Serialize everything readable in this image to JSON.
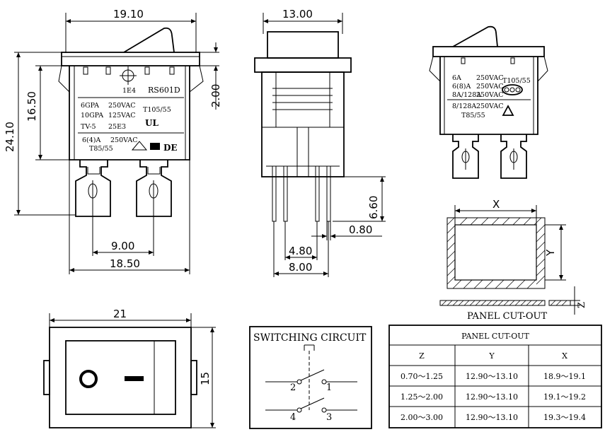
{
  "dims": {
    "front_width": "19.10",
    "front_height_total": "24.10",
    "front_height_body": "16.50",
    "flange": "2.00",
    "terminal_pitch": "9.00",
    "bottom_width": "18.50",
    "side_width": "13.00",
    "pin_length": "6.60",
    "pin_width": "0.80",
    "pin_pitch_a": "4.80",
    "pin_pitch_b": "8.00",
    "bottom_view_width": "21",
    "bottom_view_height": "15"
  },
  "front_labels": {
    "model": "RS601D",
    "code": "1E4",
    "r1a": "6GPA",
    "r1b": "250VAC",
    "r2a": "10GPA",
    "r2b": "125VAC",
    "r3a": "TV-5",
    "r3b": "25E3",
    "t105": "T105/55",
    "r4a": "6(4)A",
    "r4b": "250VAC",
    "t85": "T85/55",
    "mark1": "UL",
    "mark2": "DE"
  },
  "right_labels": {
    "a1": "6A",
    "b1": "250VAC",
    "c1": "T105/55",
    "a2": "6(8)A",
    "b2": "250VAC",
    "a3": "8A/128A",
    "b3": "250VAC",
    "a4": "8/128A",
    "b4": "250VAC",
    "t85": "T85/55"
  },
  "cutout": {
    "x_label": "X",
    "y_label": "Y",
    "z_label": "Z",
    "caption": "PANEL CUT-OUT"
  },
  "switching": {
    "title": "SWITCHING CIRCUIT",
    "t1": "1",
    "t2": "2",
    "t3": "3",
    "t4": "4"
  },
  "bottom_view": {
    "symbol_off": "O",
    "symbol_on": "—"
  },
  "table": {
    "title": "PANEL CUT-OUT",
    "headers": [
      "Z",
      "Y",
      "X"
    ],
    "rows": [
      [
        "0.70～1.25",
        "12.90～13.10",
        "18.9～19.1"
      ],
      [
        "1.25～2.00",
        "12.90～13.10",
        "19.1～19.2"
      ],
      [
        "2.00～3.00",
        "12.90～13.10",
        "19.3～19.4"
      ]
    ]
  }
}
